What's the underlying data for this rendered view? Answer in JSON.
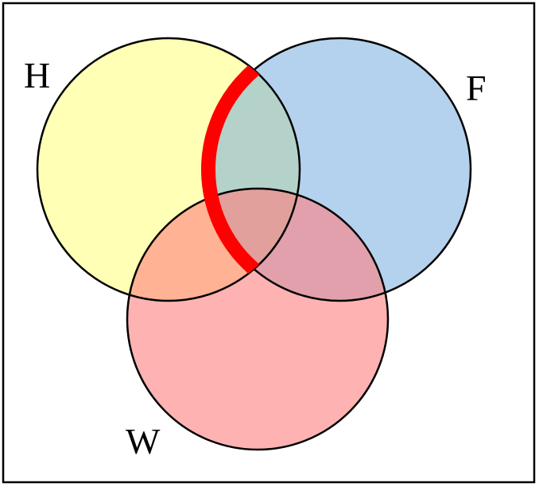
{
  "diagram": {
    "type": "venn",
    "sets": [
      {
        "id": "H",
        "label": "H",
        "color": "#ffff99"
      },
      {
        "id": "F",
        "label": "F",
        "color": "#6fa8dc"
      },
      {
        "id": "W",
        "label": "W",
        "color": "#ff7f7f"
      }
    ],
    "highlight": {
      "region": "H ∩ F",
      "color": "#ff0000"
    },
    "frame_color": "#000000"
  }
}
